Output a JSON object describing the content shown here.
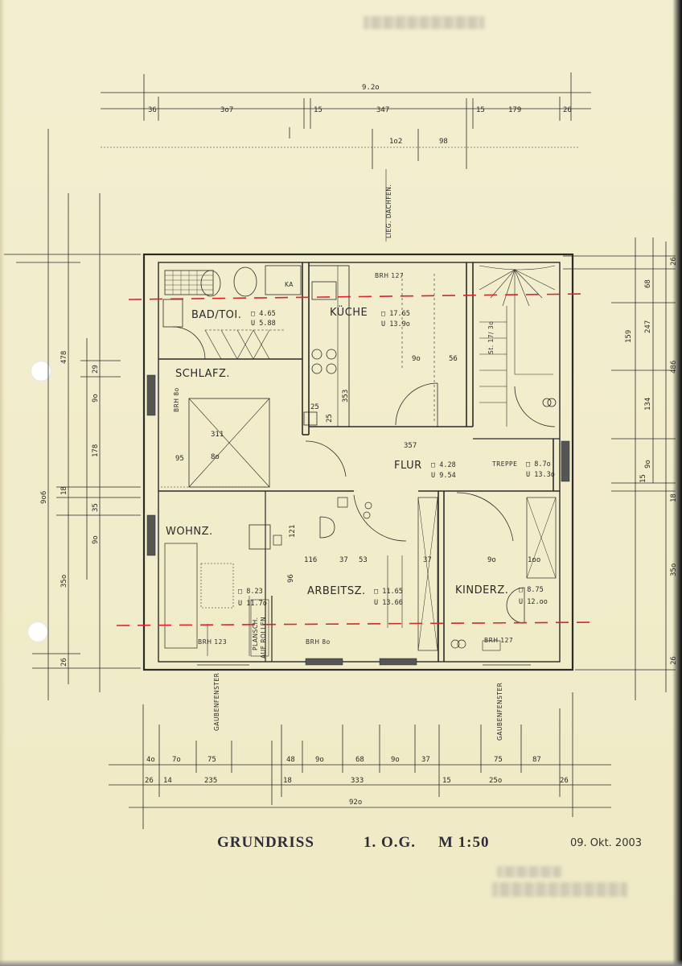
{
  "title": {
    "grundriss": "GRUNDRISS",
    "floor": "1. O.G.",
    "scale": "M 1:50",
    "date": "09. Okt. 2003"
  },
  "rooms": {
    "bad": "BAD/TOI.",
    "kueche": "KÜCHE",
    "schlafz": "SCHLAFZ.",
    "flur": "FLUR",
    "treppe": "TREPPE",
    "wohnz": "WOHNZ.",
    "arbeitsz": "ARBEITSZ.",
    "kinderz": "KINDERZ."
  },
  "areas": {
    "bad_a": "□ 4.65",
    "bad_u": "U 5.88",
    "kueche_a": "□ 17.65",
    "kueche_u": "U 13.9o",
    "flur_a": "□ 4.28",
    "flur_u": "U 9.54",
    "treppe_a": "□ 8.7o",
    "treppe_u": "U 13.3o",
    "wohnz_a": "□ 8.23",
    "wohnz_u": "U 11.7o",
    "arbeitsz_a": "□ 11.65",
    "arbeitsz_u": "U 13.66",
    "kinderz_a": "□ 8.75",
    "kinderz_u": "U 12.oo"
  },
  "annotations": {
    "brh_127_top": "BRH 127",
    "brh_80_left": "BRH 8o",
    "brh_123": "BRH 123",
    "brh_80_bottom": "BRH 8o",
    "brh_127_bottom": "BRH 127",
    "dachfen": "LIEG. DACHFEN.",
    "gauben_left": "GAUBENFENSTER",
    "gauben_right": "GAUBENFENSTER",
    "plansch_1": "PLANSCH.",
    "plansch_2": "AUF ROLLEN",
    "stair_note": "St. 17/ 3o",
    "k_label": "KA"
  },
  "dimensions": {
    "top_total": "9.2o",
    "top_row": [
      "36",
      "3o7",
      "15",
      "347",
      "15",
      "179",
      "26"
    ],
    "top_inner": [
      "1o2",
      "98"
    ],
    "bottom_total": "92o",
    "bottom_row1": [
      "4o",
      "7o",
      "75",
      "48",
      "9o",
      "68",
      "9o",
      "37",
      "75",
      "87"
    ],
    "bottom_row2": [
      "26",
      "14",
      "235",
      "18",
      "333",
      "15",
      "25o",
      "26"
    ],
    "left_total": "9o6",
    "left_row": [
      "478",
      "29",
      "9o",
      "178",
      "18",
      "35",
      "9o",
      "35o",
      "26"
    ],
    "right_total": "486",
    "right_row": [
      "26",
      "68",
      "247",
      "159",
      "134",
      "9o",
      "15",
      "18",
      "35o",
      "26"
    ],
    "interior": [
      "311",
      "95",
      "8o",
      "357",
      "116",
      "37",
      "53",
      "37",
      "9o",
      "1oo",
      "121",
      "25",
      "353",
      "25",
      "9o",
      "56",
      "96"
    ]
  }
}
